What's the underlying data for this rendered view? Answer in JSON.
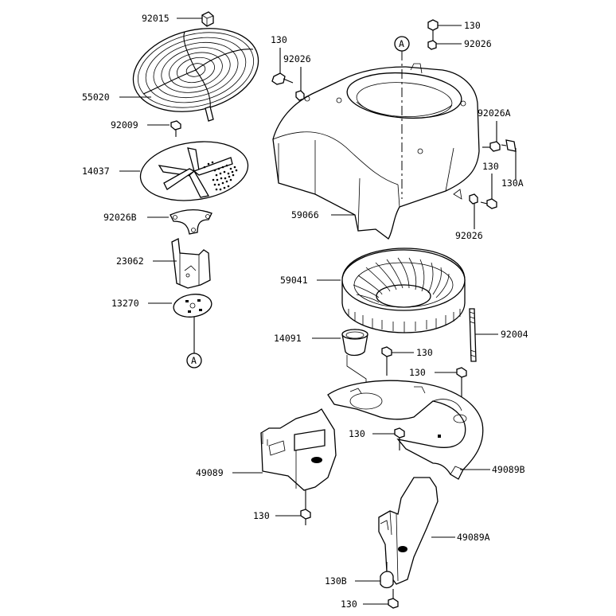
{
  "labels": {
    "p92015": "92015",
    "p55020": "55020",
    "p92009": "92009",
    "p14037": "14037",
    "p92026B": "92026B",
    "p23062": "23062",
    "p13270": "13270",
    "ref_a_bottom": "A",
    "p130_top1": "130",
    "p92026_top1": "92026",
    "p130_top2": "130",
    "p92026_top2": "92026",
    "ref_a_top": "A",
    "p92026A": "92026A",
    "p130_right": "130",
    "p130A": "130A",
    "p59066": "59066",
    "p92026_right": "92026",
    "p59041": "59041",
    "p92004": "92004",
    "p14091": "14091",
    "p130_mid1": "130",
    "p130_mid2": "130",
    "p130_mid3": "130",
    "p49089": "49089",
    "p49089B": "49089B",
    "p130_low": "130",
    "p49089A": "49089A",
    "p130B": "130B",
    "p130_bottom": "130"
  }
}
